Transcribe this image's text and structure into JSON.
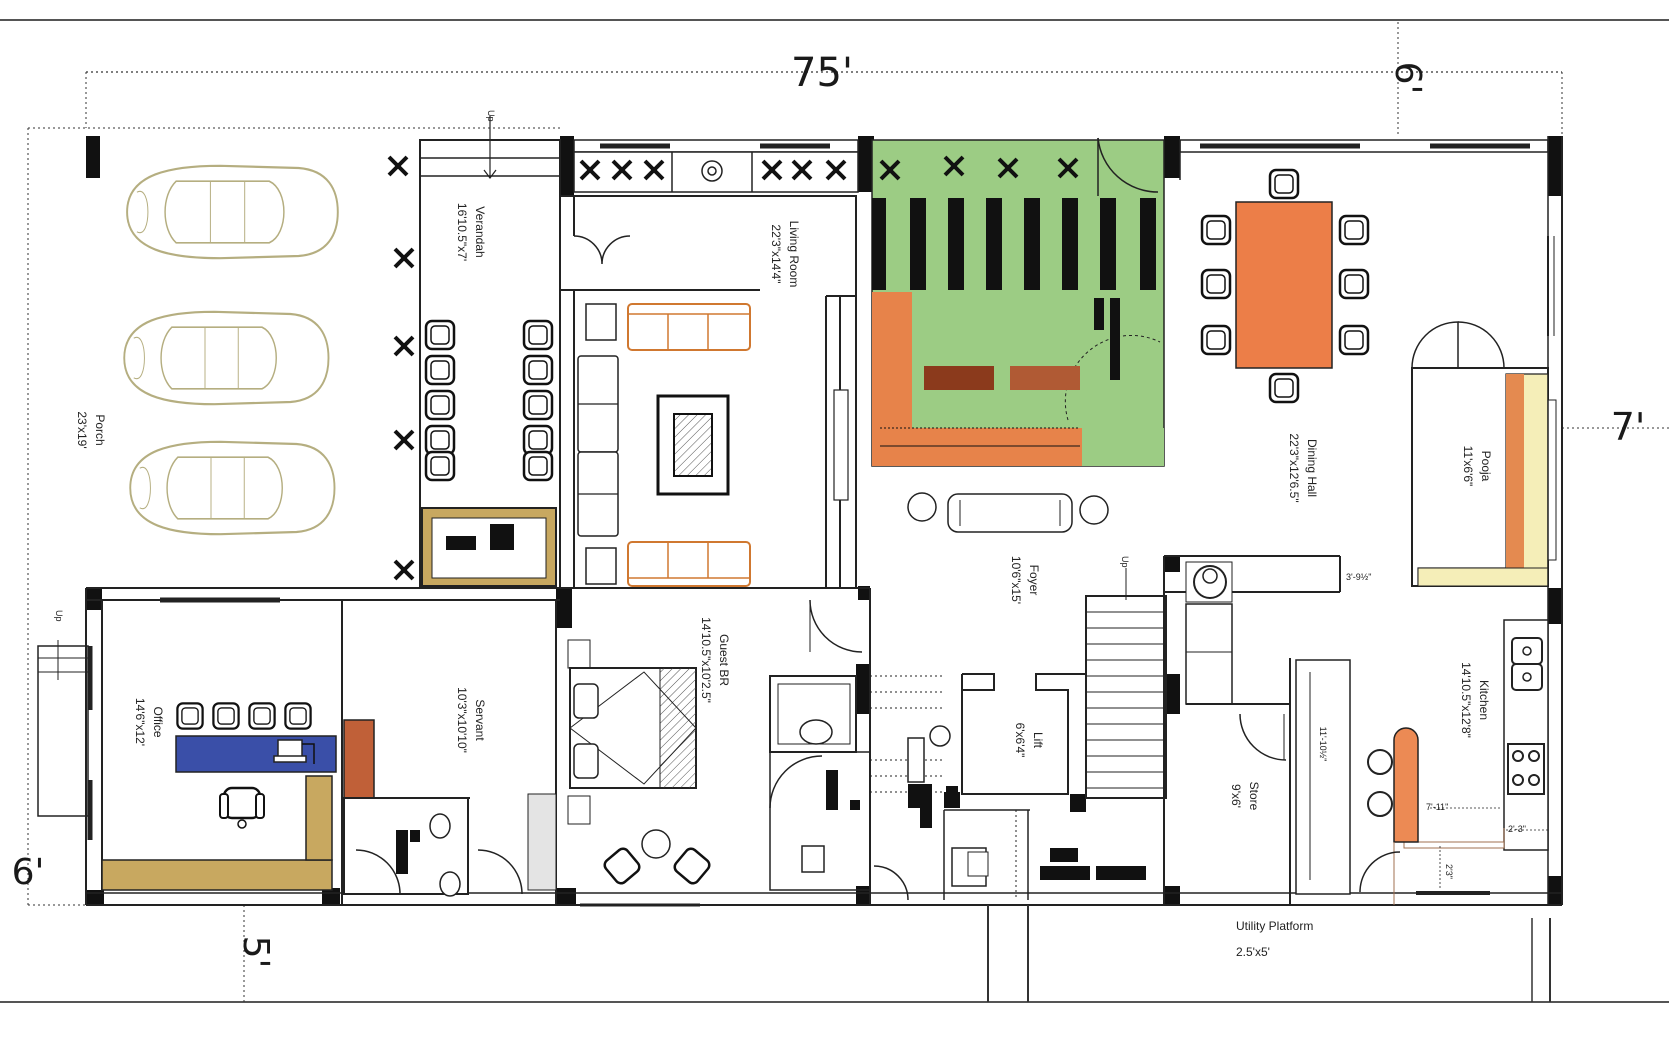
{
  "dimensions": {
    "width_total": "75'",
    "top_right": "6'",
    "right_side": "7'",
    "left_bottom": "6'",
    "bottom": "5'"
  },
  "rooms": [
    {
      "id": "porch",
      "name": "Porch",
      "size": "23'x19'"
    },
    {
      "id": "verandah",
      "name": "Verandah",
      "size": "16'10.5\"x7'"
    },
    {
      "id": "living",
      "name": "Living Room",
      "size": "22'3\"x14'4\""
    },
    {
      "id": "dining",
      "name": "Dining Hall",
      "size": "22'3\"x12'6.5\""
    },
    {
      "id": "pooja",
      "name": "Pooja",
      "size": "11'x6'6\""
    },
    {
      "id": "foyer",
      "name": "Foyer",
      "size": "10'6\"x15'"
    },
    {
      "id": "guest",
      "name": "Guest BR",
      "size": "14'10.5\"x10'2.5\""
    },
    {
      "id": "servant",
      "name": "Servant",
      "size": "10'3\"x10'10\""
    },
    {
      "id": "office",
      "name": "Office",
      "size": "14'6\"x12'"
    },
    {
      "id": "lift",
      "name": "Lift",
      "size": "6'x6'4\""
    },
    {
      "id": "store",
      "name": "Store",
      "size": "9'x6'"
    },
    {
      "id": "kitchen",
      "name": "Kitchen",
      "size": "14'10.5\"x12'8\""
    }
  ],
  "utility": {
    "name": "Utility Platform",
    "size": "2.5'x5'"
  },
  "labels": {
    "up": "Up",
    "counter1": "3'-9½\"",
    "counter2": "11'-10½\"",
    "k1": "7'-11\"",
    "k2": "2'-3\"",
    "k3": "2'3\""
  }
}
